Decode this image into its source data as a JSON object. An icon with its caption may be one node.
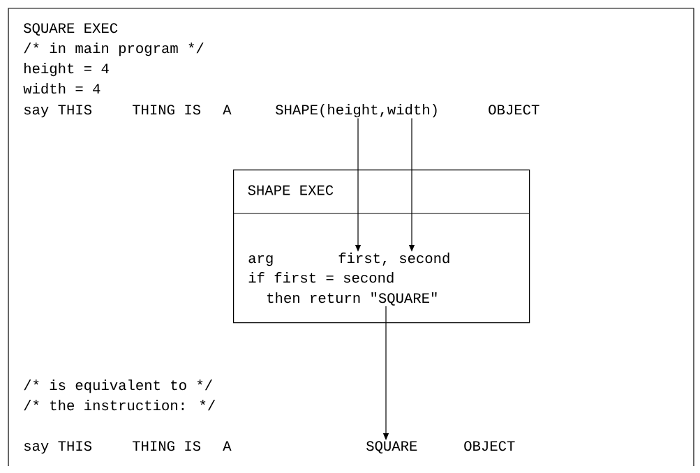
{
  "diagram": {
    "nodes": [
      {
        "text": [
          "SHAPE(height,width)"
        ]
      },
      {
        "text": [
          "SHAPE EXEC"
        ]
      },
      {
        "text": [
          "first,"
        ],
        "in": 1
      },
      {
        "text": [
          "second"
        ],
        "in": 1
      },
      {
        "text": [
          "then return \"SQUARE\""
        ],
        "in": 1
      },
      {
        "text": [
          "SQUARE"
        ]
      }
    ],
    "edges": [
      {
        "from": 0,
        "to": 2,
        "arrow": "to"
      },
      {
        "from": 0,
        "to": 3,
        "arrow": "to"
      },
      {
        "from": 4,
        "to": 5,
        "arrow": "to"
      }
    ],
    "labels": [
      "SQUARE EXEC",
      "/* in main program */",
      "height = 4",
      "width = 4",
      "say THIS",
      "THING IS",
      "A",
      "OBJECT",
      "arg",
      "if first = second",
      "/* is equivalent to */",
      "/* the instruction: */",
      "say THIS",
      "THING IS",
      "A",
      "OBJECT"
    ]
  }
}
